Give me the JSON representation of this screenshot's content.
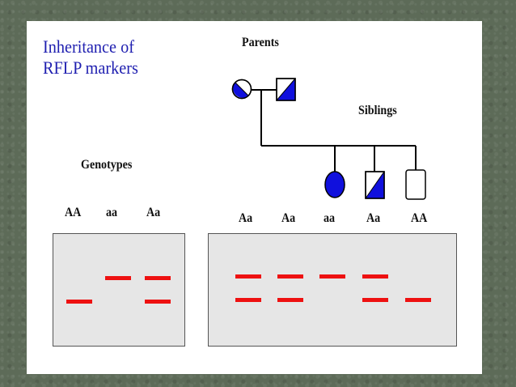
{
  "title": [
    "Inheritance of",
    "RFLP markers"
  ],
  "labels": {
    "parents": "Parents",
    "siblings": "Siblings",
    "genotypes": "Genotypes"
  },
  "reference_genotypes": [
    "AA",
    "aa",
    "Aa"
  ],
  "sibling_genotypes": [
    "Aa",
    "Aa",
    "aa",
    "Aa",
    "AA"
  ],
  "colors": {
    "title": "#1f1fb0",
    "symbol_fill": "#1010dd",
    "band": "#ee1111",
    "gel": "#e6e6e6",
    "frame": "#5d6b58"
  }
}
